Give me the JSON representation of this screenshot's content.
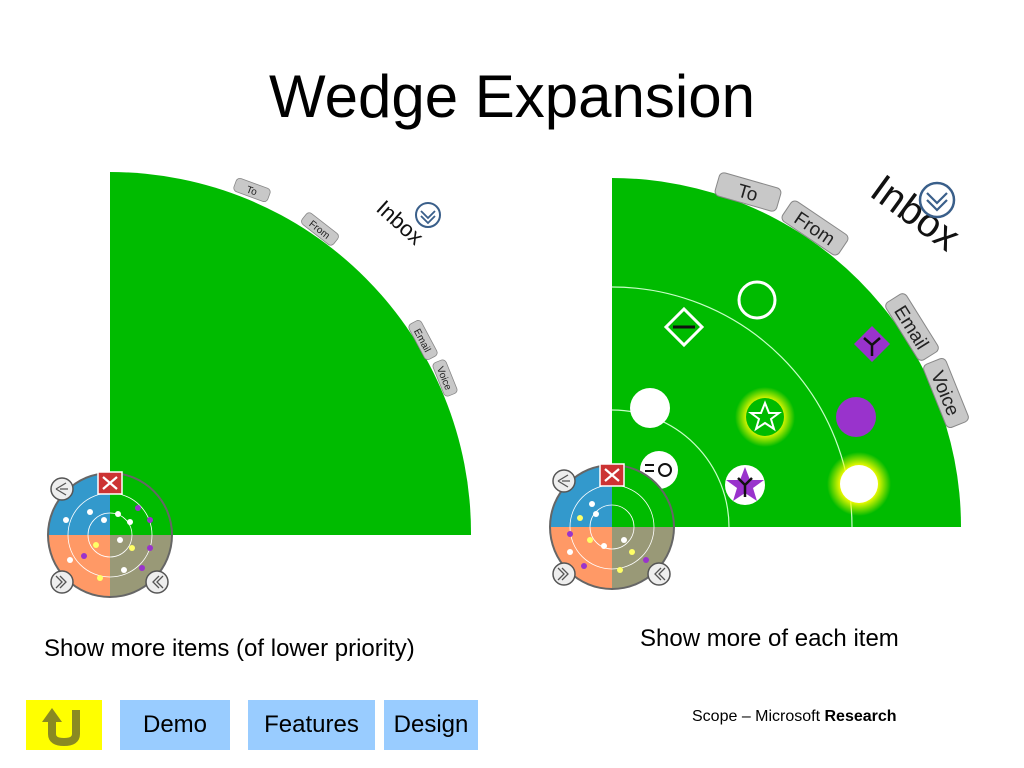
{
  "slide": {
    "title": "Wedge Expansion"
  },
  "left_panel": {
    "tabs": {
      "to": "To",
      "from": "From",
      "email": "Email",
      "voice": "Voice"
    },
    "inbox_label": "Inbox",
    "caption": "Show more items (of lower priority)"
  },
  "right_panel": {
    "tabs": {
      "to": "To",
      "from": "From",
      "email": "Email",
      "voice": "Voice"
    },
    "inbox_label": "Inbox",
    "caption": "Show more of each item"
  },
  "navigation": {
    "back_icon": "u-turn-arrow-icon",
    "buttons": [
      "Demo",
      "Features",
      "Design"
    ]
  },
  "footer": {
    "prefix": "Scope – Microsoft ",
    "bold": "Research"
  },
  "colors": {
    "wedge_green": "#00bb00",
    "nav_blue": "#99ccff",
    "back_yellow": "#ffff00",
    "item_purple": "#9933cc",
    "scope_blue": "#3399cc",
    "scope_orange": "#ff9966",
    "scope_olive": "#999977"
  }
}
